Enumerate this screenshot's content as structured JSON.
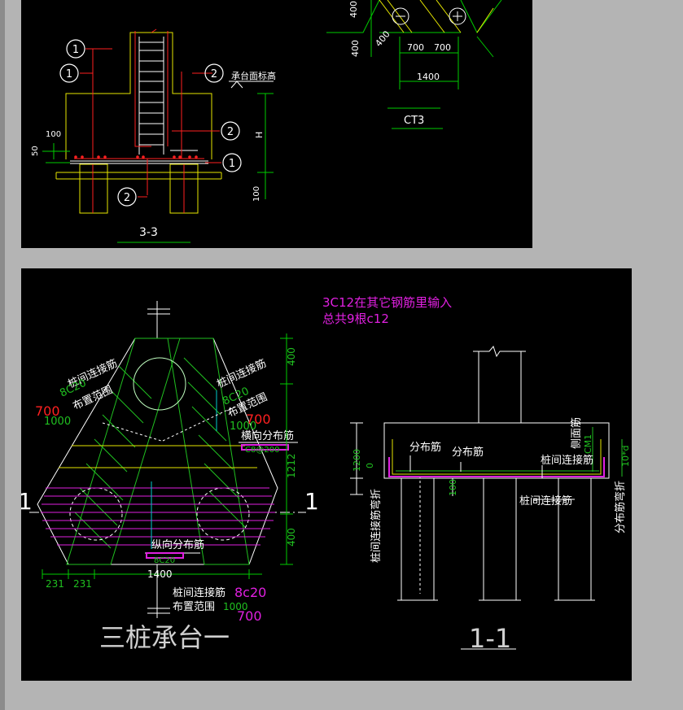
{
  "top_drawing": {
    "circle_labels": [
      "1",
      "1",
      "2",
      "2",
      "1",
      "2"
    ],
    "cap_elevation_label": "承台面标高",
    "dim_h": "H",
    "dim_100_a": "100",
    "dim_50": "50",
    "dim_100_b": "100",
    "section_title": "3-3",
    "ct3_dims": {
      "d400_a": "400",
      "d400_b": "400",
      "d700_a": "700",
      "d700_b": "700",
      "d400_c": "400",
      "d1400": "1400"
    },
    "ct3_label": "CT3"
  },
  "bottom_drawing": {
    "note_line1": "3C12在其它钢筋里输入",
    "note_line2": "总共9根c12",
    "plan": {
      "left_link_label": "桩间连接筋",
      "left_link_spec": "8C20",
      "left_range_label": "布置范围",
      "left_red_700": "700",
      "left_green_1000": "1000",
      "right_link_label": "桩间连接筋",
      "right_link_spec": "8C20",
      "right_range_label": "布置范围",
      "right_red_700": "700",
      "right_green_1000": "1000",
      "transverse_label": "横向分布筋",
      "transverse_spec": "C8@200",
      "longitudinal_label": "纵向分布筋",
      "longitudinal_spec": "8C20",
      "dim_400_top": "400",
      "dim_1212": "1212",
      "dim_400_bottom": "400",
      "dim_231_a": "231",
      "dim_231_b": "231",
      "dim_1400": "1400",
      "bottom_link_label": "桩间连接筋",
      "bottom_link_spec": "8c20",
      "bottom_range_label": "布置范围",
      "bottom_green_1000": "1000",
      "bottom_700": "700",
      "section_mark": "1",
      "title": "三桩承台一"
    },
    "section": {
      "dim_1200": "1200",
      "dim_0": "0",
      "dim_100": "100",
      "dist_bar_1": "分布筋",
      "dist_bar_2": "分布筋",
      "side_bar": "侧面筋",
      "side_bar_spec": "CM1",
      "link_bar_1": "桩间连接筋",
      "link_bar_2": "桩间连接筋",
      "bend_left": "桩间连接筋弯折",
      "bend_right": "分布筋弯折",
      "ten_d": "10*d",
      "title": "1-1"
    }
  }
}
